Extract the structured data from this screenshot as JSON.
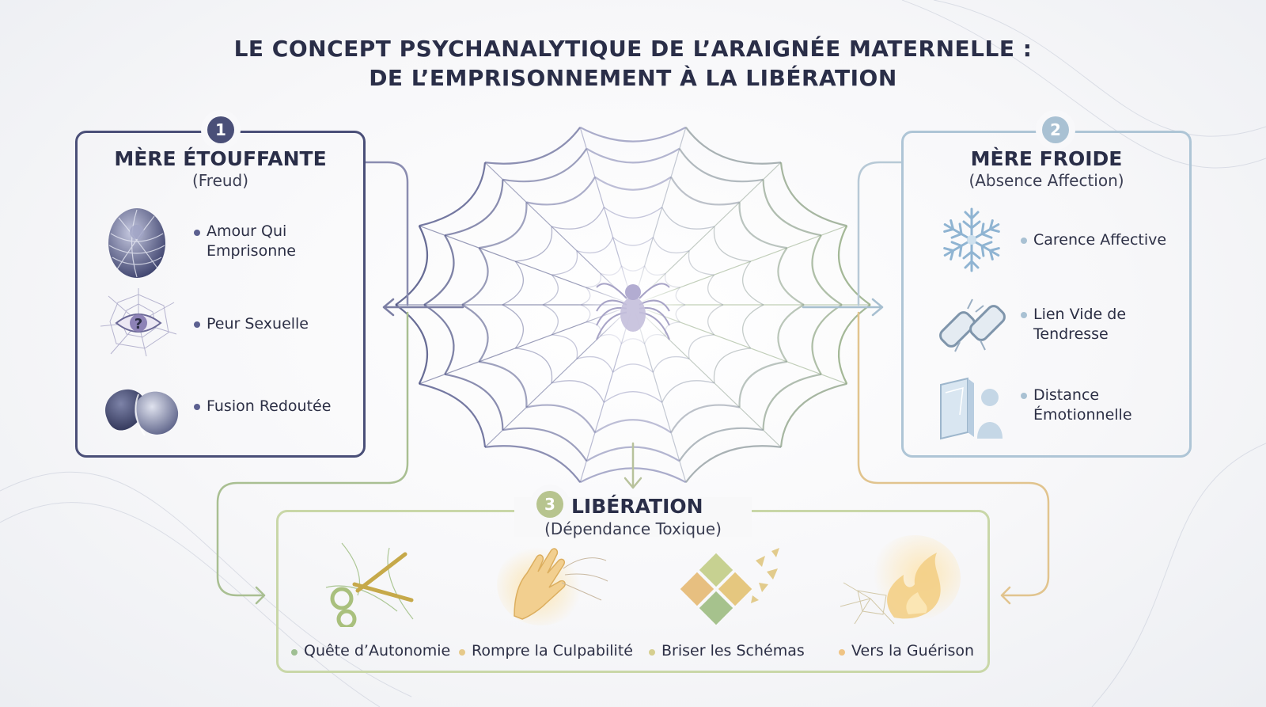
{
  "title": {
    "line1": "LE CONCEPT PSYCHANALYTIQUE DE L’ARAIGNÉE MATERNELLE :",
    "line2": "DE L’EMPRISONNEMENT À LA LIBÉRATION"
  },
  "panel1": {
    "number": "1",
    "title": "MÈRE ÉTOUFFANTE",
    "subtitle": "(Freud)",
    "items": [
      {
        "line1": "Amour Qui",
        "line2": "Emprisonne",
        "icon": "wrapped-egg-icon"
      },
      {
        "line1": "Peur Sexuelle",
        "line2": "",
        "icon": "eye-web-icon"
      },
      {
        "line1": "Fusion Redoutée",
        "line2": "",
        "icon": "fusion-blobs-icon"
      }
    ]
  },
  "panel2": {
    "number": "2",
    "title": "MÈRE FROIDE",
    "subtitle": "(Absence Affection)",
    "items": [
      {
        "line1": "Carence Affective",
        "line2": "",
        "icon": "snowflake-icon"
      },
      {
        "line1": "Lien Vide de",
        "line2": "Tendresse",
        "icon": "broken-chain-icon"
      },
      {
        "line1": "Distance",
        "line2": "Émotionnelle",
        "icon": "glass-barrier-icon"
      }
    ]
  },
  "panel3": {
    "number": "3",
    "title": "LIBÉRATION",
    "subtitle": "(Dépendance Toxique)",
    "items": [
      {
        "label": "Quête d’Autonomie",
        "icon": "scissors-icon"
      },
      {
        "label": "Rompre la Culpabilité",
        "icon": "hand-breaking-threads-icon"
      },
      {
        "label": "Briser les Schémas",
        "icon": "shattering-tiles-icon"
      },
      {
        "label": "Vers la Guérison",
        "icon": "glowing-flame-icon"
      }
    ]
  },
  "colors": {
    "navy": "#4a4f78",
    "iceblue": "#aec5d6",
    "sage": "#a9bf86",
    "gold": "#e6c98a"
  }
}
